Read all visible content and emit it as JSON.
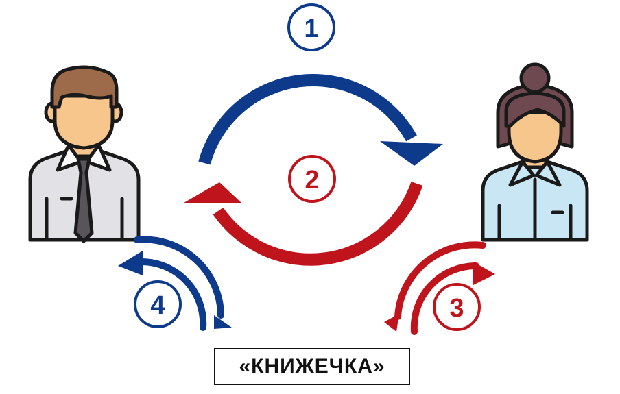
{
  "colors": {
    "blue": "#0e3a8c",
    "red": "#c0141c",
    "outline": "#1a1a1a",
    "skin": "#f6c68d",
    "man_hair": "#9d6b4a",
    "man_shirt": "#e2e2e6",
    "man_tie": "#59535b",
    "woman_hair": "#6e4a50",
    "woman_shirt": "#c9e6f5"
  },
  "persons": [
    {
      "role": "man-with-tie-icon"
    },
    {
      "role": "woman-with-bun-icon"
    }
  ],
  "steps": [
    {
      "number": "1",
      "color": "blue"
    },
    {
      "number": "2",
      "color": "red"
    },
    {
      "number": "3",
      "color": "red"
    },
    {
      "number": "4",
      "color": "blue"
    }
  ],
  "caption": "«КНИЖЕЧКА»"
}
